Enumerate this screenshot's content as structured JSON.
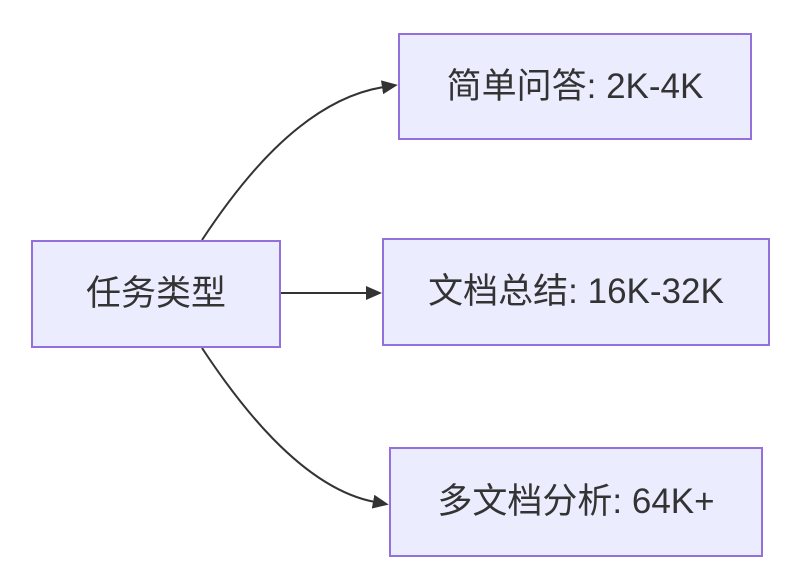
{
  "diagram": {
    "type": "flowchart",
    "direction": "LR",
    "nodes": {
      "root": {
        "id": "task-type",
        "label": "任务类型"
      },
      "branches": [
        {
          "id": "simple-qa",
          "label": "简单问答: 2K-4K"
        },
        {
          "id": "doc-summary",
          "label": "文档总结: 16K-32K"
        },
        {
          "id": "multi-doc-analysis",
          "label": "多文档分析: 64K+"
        }
      ]
    },
    "edges": [
      {
        "from": "task-type",
        "to": "simple-qa"
      },
      {
        "from": "task-type",
        "to": "doc-summary"
      },
      {
        "from": "task-type",
        "to": "multi-doc-analysis"
      }
    ],
    "colors": {
      "node_fill": "#ECECFF",
      "node_border": "#9370DB",
      "edge_stroke": "#333333",
      "label_text": "#333333",
      "background": "#FFFFFF"
    }
  }
}
